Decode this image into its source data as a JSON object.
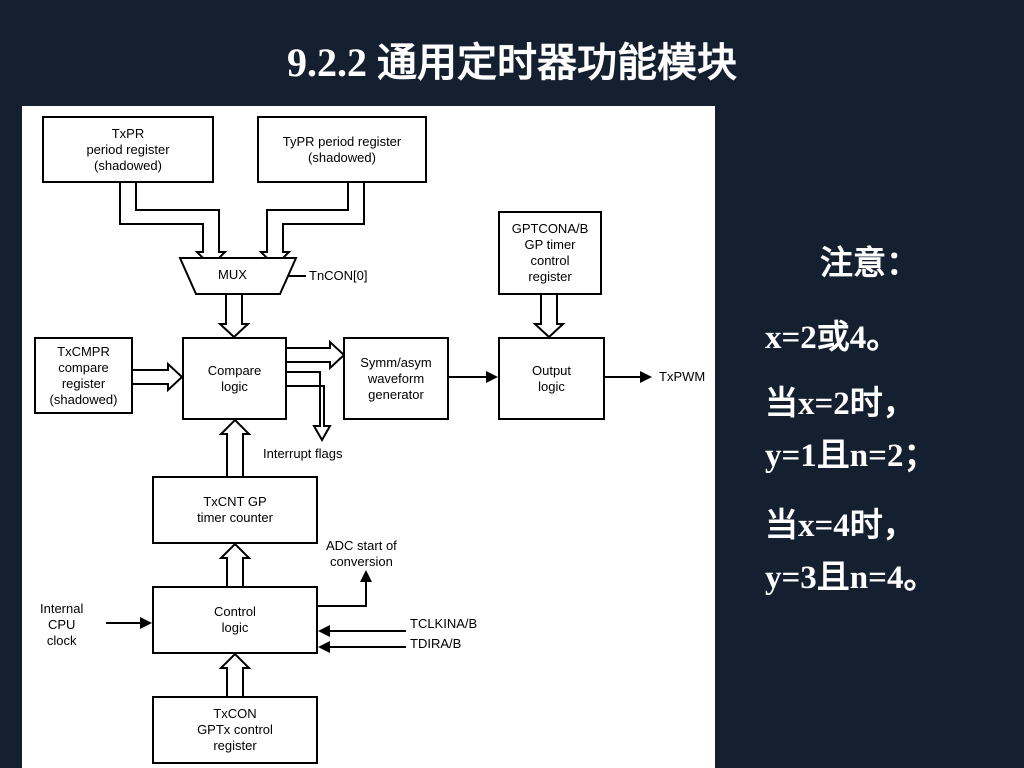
{
  "title": "9.2.2 通用定时器功能模块",
  "diagram": {
    "txpr": "TxPR\nperiod register\n(shadowed)",
    "typr": "TyPR period register\n(shadowed)",
    "gptcon": "GPTCONA/B\nGP timer\ncontrol\nregister",
    "mux": "MUX",
    "tncon": "TnCON[0]",
    "txcmpr": "TxCMPR\ncompare\nregister\n(shadowed)",
    "compare": "Compare\nlogic",
    "symm": "Symm/asym\nwaveform\ngenerator",
    "output": "Output\nlogic",
    "txpwm": "TxPWM",
    "interrupt": "Interrupt flags",
    "txcnt": "TxCNT GP\ntimer counter",
    "adc": "ADC start of\nconversion",
    "internal": "Internal\nCPU\nclock",
    "control": "Control\nlogic",
    "tclkin": "TCLKINA/B",
    "tdir": "TDIRA/B",
    "txcon": "TxCON\nGPTx control\nregister"
  },
  "notes": {
    "heading": "注意：",
    "line1": "x=2或4。",
    "line2": "当x=2时，",
    "line3": "y=1且n=2；",
    "line4": "当x=4时，",
    "line5": "y=3且n=4。"
  }
}
